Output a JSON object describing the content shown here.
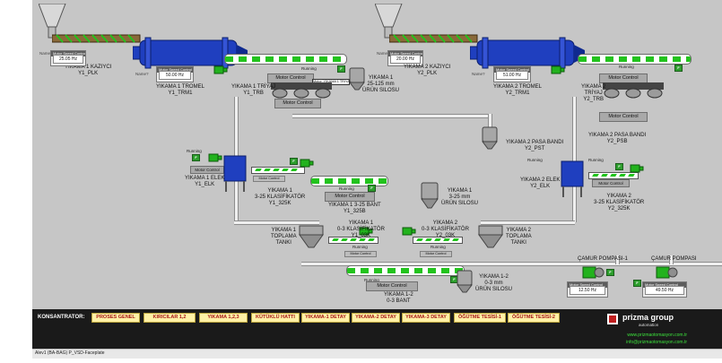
{
  "line1": {
    "feeder": {
      "tag": "YIKAMA 1 KAZIYCI",
      "code": "Y1_PLK",
      "display": "Name?",
      "motor_speed": "25.05",
      "unit": "Hz",
      "panel_title": "Motor Speed Control"
    },
    "drum": {
      "tag": "YIKAMA 1 TROMEL",
      "code": "Y1_TRM1",
      "display": "Name?",
      "freq": "50.00 Hz",
      "panel_title": "Motor Speed Control"
    },
    "triyaj": {
      "tag": "YIKAMA 1 TRİYAJ",
      "code": "Y1_TRB",
      "motor_control": "Motor Control"
    },
    "belt_top": {
      "status": "Running",
      "motor_control": "Motor Control",
      "tooltip": "Motor, YIKAMA 1 TRIYAJ"
    },
    "silo": {
      "tag": "YIKAMA 1",
      "line2": "25-125 mm",
      "line3": "ÜRÜN SILOSU"
    },
    "elek": {
      "tag": "YIKAMA 1 ELEK",
      "code": "Y1_ELK",
      "status": "Running",
      "motor_control": "Motor Control"
    },
    "klasifikator": {
      "tag": "YIKAMA 1",
      "line2": "3-25 KLASİFİKATÖR",
      "code": "Y1_325K",
      "motor_control": "Motor Control"
    },
    "bant": {
      "tag": "YIKAMA 1 3-25 BANT",
      "code": "Y1_325B",
      "status": "Running",
      "motor_control": "Motor Control"
    },
    "urun_silo": {
      "tag": "YIKAMA 1",
      "line2": "3-25 mm",
      "line3": "ÜRÜN SILOSU"
    },
    "toplama": {
      "tag": "YIKAMA 1",
      "line2": "TOPLAMA",
      "line3": "TANKI"
    },
    "k03": {
      "tag": "YIKAMA 1",
      "line2": "0-3 KLASİFİKATÖR",
      "code": "Y1_03K",
      "motor_control": "Motor Control",
      "status": "Running"
    }
  },
  "line2": {
    "feeder": {
      "tag": "YIKAMA 2 KAZIYCI",
      "code": "Y2_PLK",
      "display": "Name?",
      "motor_speed": "20.00",
      "unit": "Hz",
      "panel_title": "Motor Speed Control"
    },
    "drum": {
      "tag": "YIKAMA 2 TROMEL",
      "code": "Y2_TRM1",
      "display": "Name?",
      "freq": "51.00 Hz",
      "panel_title": "Motor Speed Control"
    },
    "triyaj": {
      "tag": "YIKAMA 2",
      "line2": "TRİYAJ",
      "code": "Y2_TRB",
      "motor_control": "Motor Control",
      "status": "Running"
    },
    "pasa_bant": {
      "tag": "YIKAMA 2 PASA BANDI",
      "code": "Y2_PSB",
      "motor_control": "Motor Control"
    },
    "pasa_silo": {
      "tag": "YIKAMA 2 PASA BANDI",
      "code": "Y2_PST",
      "status": "Running"
    },
    "elek": {
      "tag": "YIKAMA 2 ELEK",
      "code": "Y2_ELK",
      "status": "Running",
      "motor_control": "Motor Control"
    },
    "klasifikator": {
      "tag": "YIKAMA 2",
      "line2": "3-25 KLASİFİKATÖR",
      "code": "Y2_325K"
    },
    "toplama": {
      "tag": "YIKAMA 2",
      "line2": "TOPLAMA",
      "line3": "TANKI"
    },
    "k03": {
      "tag": "YIKAMA 2",
      "line2": "0-3 KLASİFİKATÖR",
      "code": "Y2_03K",
      "motor_control": "Motor Control",
      "status": "Running"
    }
  },
  "common": {
    "bant_12": {
      "tag": "YIKAMA 1-2",
      "line2": "0-3 BANT",
      "motor_control": "Motor Control",
      "status": "Running"
    },
    "silo_12": {
      "tag": "YIKAMA 1-2",
      "line2": "0-3 mm",
      "line3": "ÜRÜN SILOSU"
    },
    "camur1": {
      "tag": "ÇAMUR POMPASI-1",
      "panel_title": "Motor Speed Control",
      "value": "12.50 Hz"
    },
    "camur2": {
      "tag": "ÇAMUR POMPASI",
      "panel_title": "Motor Speed Control",
      "value": "49.50 Hz"
    },
    "running_label": "Running",
    "f_label": "F"
  },
  "menu": {
    "label": "KONSANTRATOR:",
    "buttons": [
      "PROSES GENEL",
      "KIRICILAR 1,2",
      "YIKAMA 1,2,3",
      "KÜTÜKLÜ HATTI",
      "YIKAMA-1 DETAY",
      "YIKAMA-2 DETAY",
      "YIKAMA-3 DETAY",
      "ÖĞÜTME TESİSİ-1",
      "ÖĞÜTME TESİSİ-2"
    ]
  },
  "brand": {
    "name1": "prizma",
    "name2": "group",
    "tagline": "automation",
    "web": "www.prizmaotomasyon.com.tr",
    "email": "info@prizmaotomasyon.com.tr"
  },
  "status": {
    "text": "Alev1 (BA-BAG) P_VSD-Faceplate"
  },
  "colors": {
    "background": "#c6c6c6",
    "accent_green": "#22c31d",
    "tromel_blue": "#1f3fbf",
    "menu_text": "#a81717",
    "menu_bg": "#fef1a6"
  }
}
